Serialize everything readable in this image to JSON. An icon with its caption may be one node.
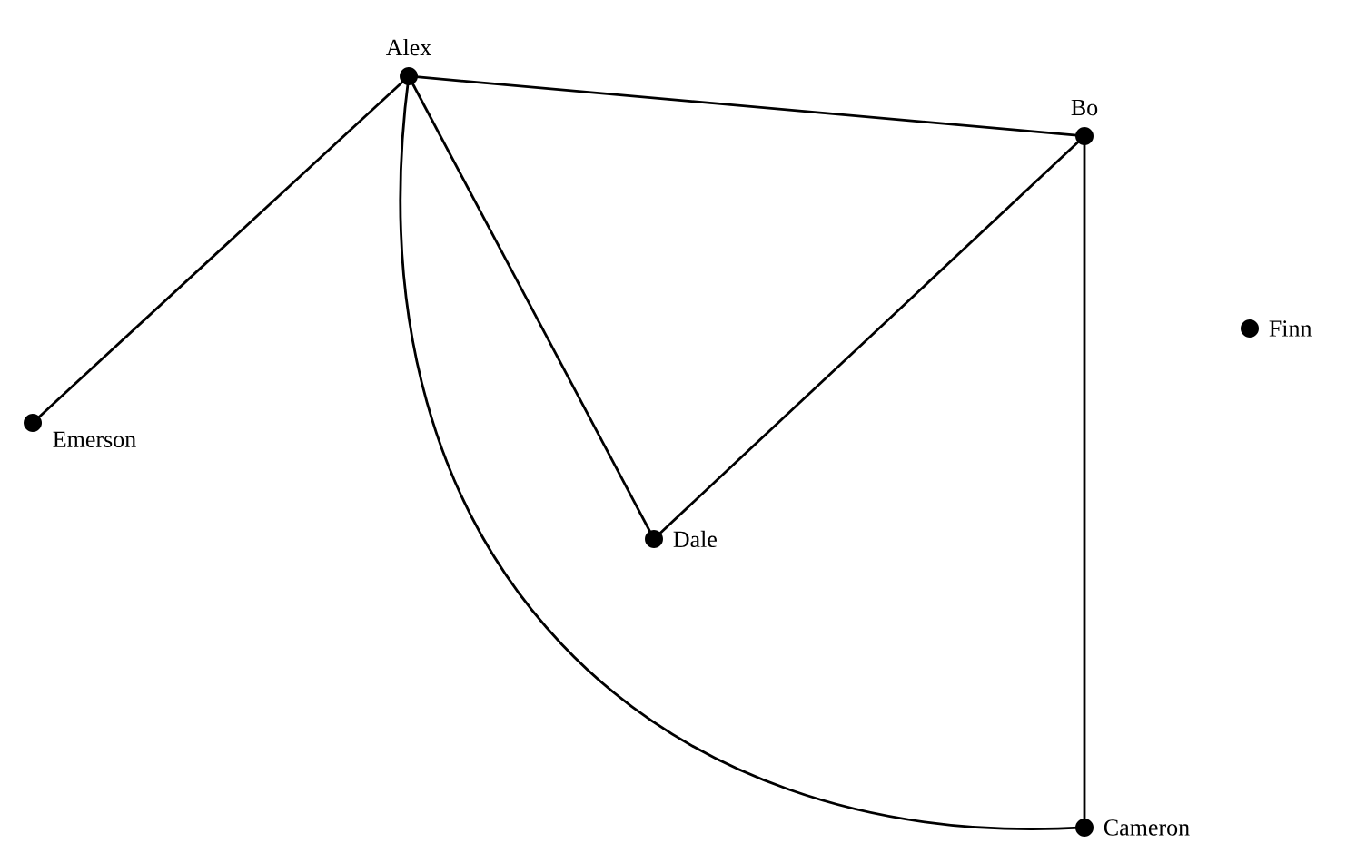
{
  "diagram": {
    "nodes": [
      {
        "text": [
          "Alex"
        ]
      },
      {
        "text": [
          "Bo"
        ]
      },
      {
        "text": [
          "Cameron"
        ]
      },
      {
        "text": [
          "Dale"
        ]
      },
      {
        "text": [
          "Emerson"
        ]
      },
      {
        "text": [
          "Finn"
        ]
      }
    ],
    "edges": [
      {
        "from": 0,
        "to": 1,
        "arrow": "none"
      },
      {
        "from": 0,
        "to": 4,
        "arrow": "none"
      },
      {
        "from": 0,
        "to": 3,
        "arrow": "none"
      },
      {
        "from": 0,
        "to": 2,
        "arrow": "none"
      },
      {
        "from": 1,
        "to": 3,
        "arrow": "none"
      },
      {
        "from": 1,
        "to": 2,
        "arrow": "none"
      }
    ]
  }
}
